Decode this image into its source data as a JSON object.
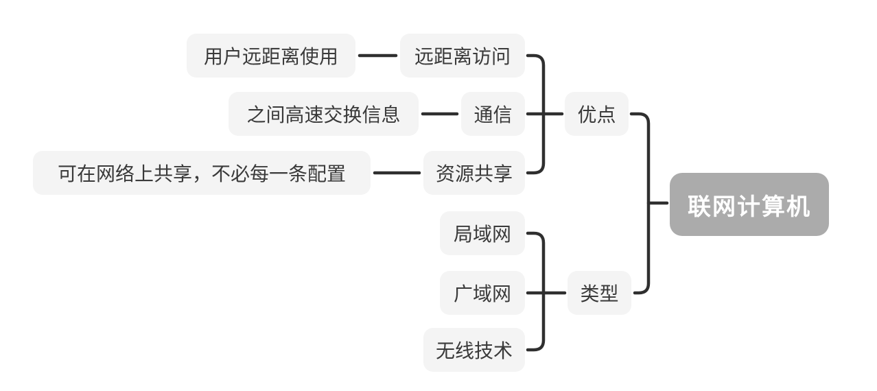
{
  "canvas": {
    "background": "#ffffff",
    "line_color": "#2f2f2f",
    "node_fill": "#f4f4f4",
    "node_text_color": "#3a3a3a",
    "root_fill": "#ababab",
    "root_text_color": "#ffffff"
  },
  "mindmap": {
    "root": {
      "label": "联网计算机"
    },
    "branches": [
      {
        "label": "优点",
        "children": [
          {
            "label": "远距离访问",
            "children": [
              {
                "label": "用户远距离使用"
              }
            ]
          },
          {
            "label": "通信",
            "children": [
              {
                "label": "之间高速交换信息"
              }
            ]
          },
          {
            "label": "资源共享",
            "children": [
              {
                "label": "可在网络上共享，不必每一条配置"
              }
            ]
          }
        ]
      },
      {
        "label": "类型",
        "children": [
          {
            "label": "局域网"
          },
          {
            "label": "广域网"
          },
          {
            "label": "无线技术"
          }
        ]
      }
    ]
  }
}
